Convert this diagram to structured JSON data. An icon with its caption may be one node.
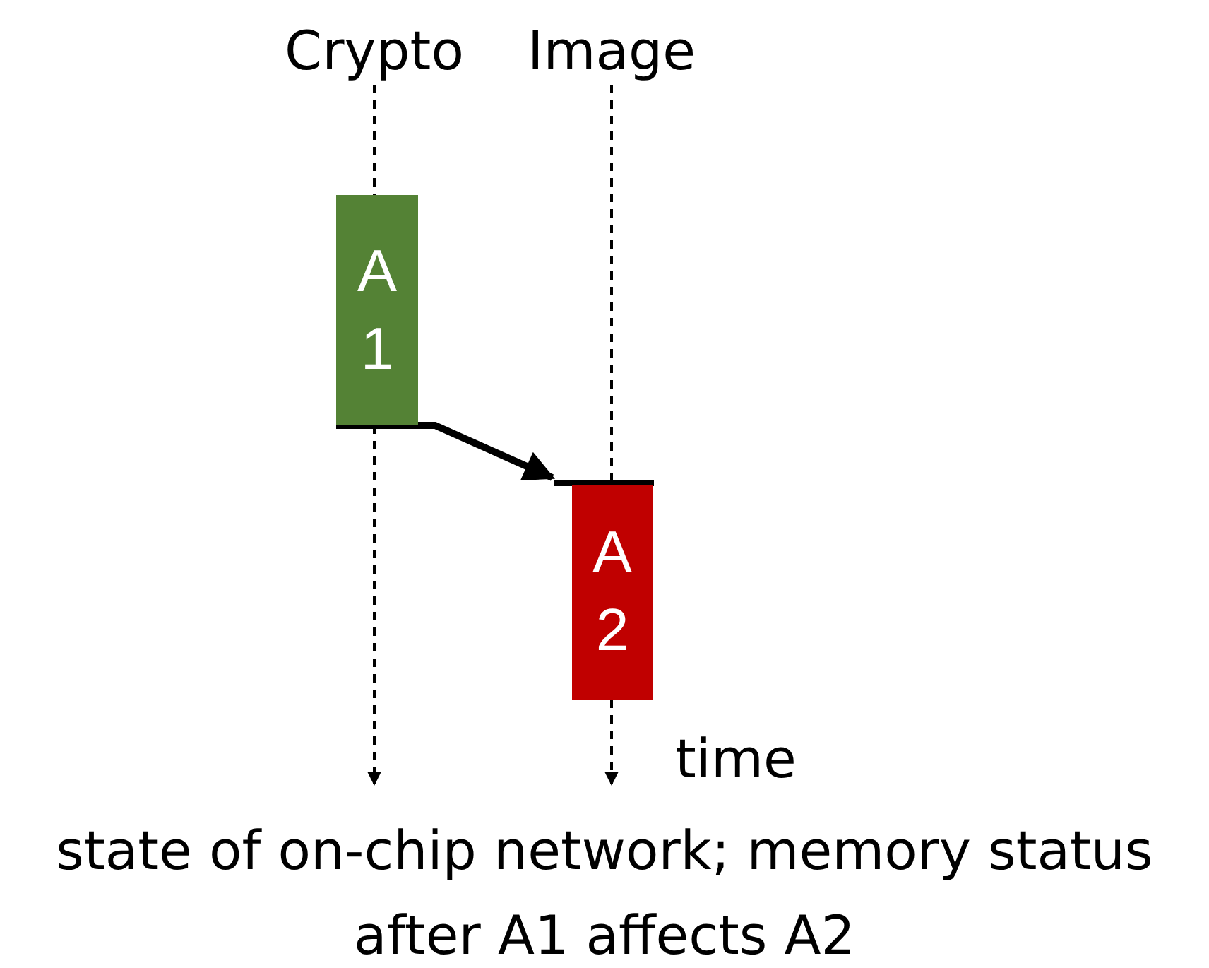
{
  "diagram": {
    "caption": "state of on-chip network; memory status after A1 affects A2",
    "nodes": [
      {
        "text": [
          "Crypto"
        ]
      },
      {
        "text": [
          "Image"
        ]
      },
      {
        "text": [
          "A1"
        ]
      },
      {
        "text": [
          "A2"
        ]
      }
    ],
    "edges": [
      {
        "from": 0,
        "to": 2,
        "arrow": "none",
        "style": "dashed"
      },
      {
        "from": 2,
        "to": null,
        "arrow": "to",
        "style": "dashed"
      },
      {
        "from": 1,
        "to": 3,
        "arrow": "none",
        "style": "dashed"
      },
      {
        "from": 3,
        "to": null,
        "arrow": "to",
        "style": "dashed"
      },
      {
        "from": 2,
        "to": 3,
        "arrow": "to",
        "style": "thick"
      }
    ],
    "labels": [
      "time"
    ]
  }
}
